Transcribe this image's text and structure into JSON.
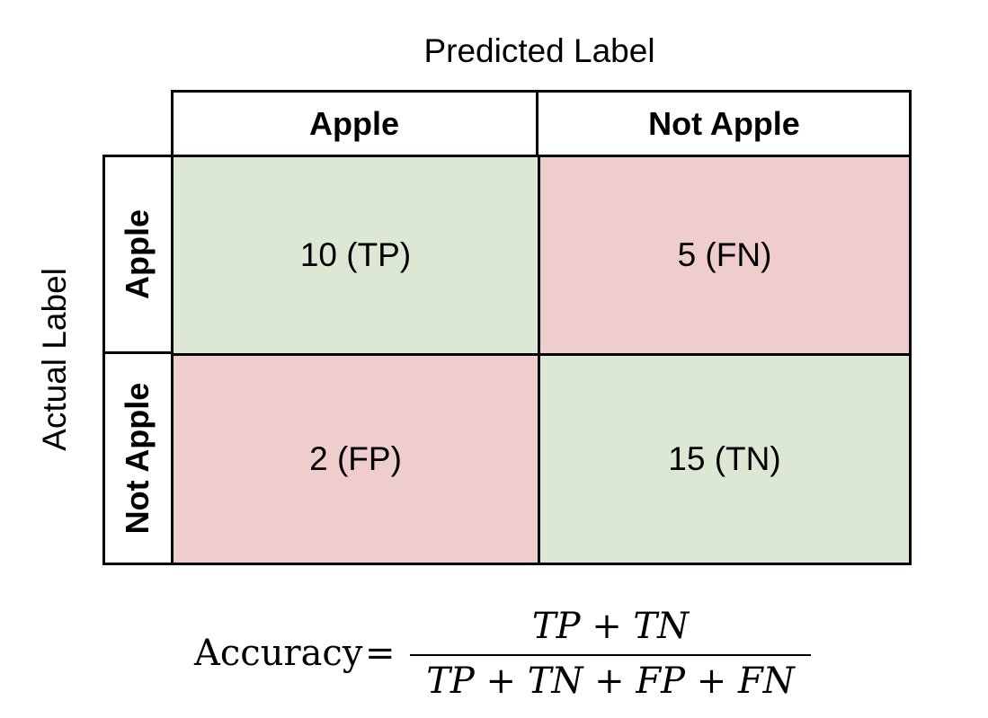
{
  "axes": {
    "predicted_title": "Predicted Label",
    "actual_title": "Actual Label"
  },
  "columns": [
    "Apple",
    "Not Apple"
  ],
  "rows": [
    "Apple",
    "Not Apple"
  ],
  "cells": {
    "tp": "10 (TP)",
    "fn": "5 (FN)",
    "fp": "2 (FP)",
    "tn": "15 (TN)"
  },
  "colors": {
    "correct": "#dce8d4",
    "incorrect": "#eecdcc"
  },
  "formula": {
    "lhs": "Accuracy",
    "equals": "=",
    "numerator": "TP + TN",
    "denominator": "TP + TN + FP + FN"
  }
}
